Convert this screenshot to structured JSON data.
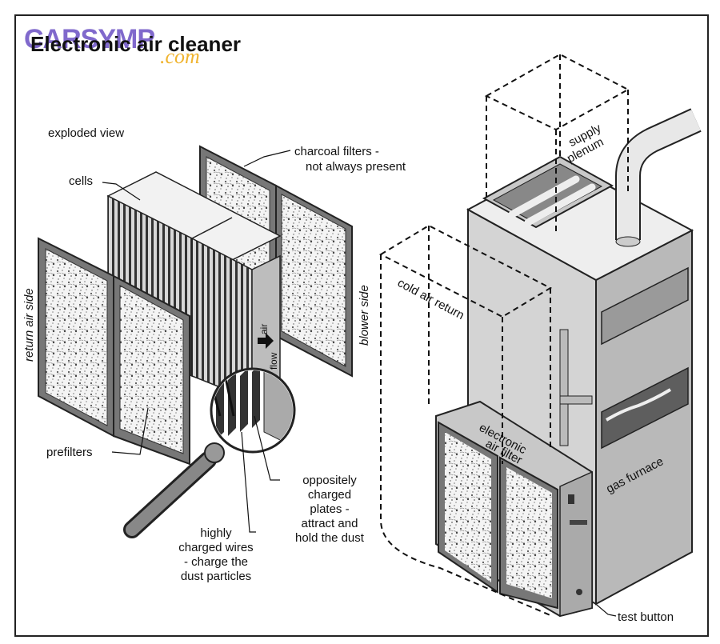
{
  "title": "Electronic air cleaner",
  "watermark": {
    "brand": "CARSYMP",
    "suffix": ".com",
    "brand_color": "#6a4fc4",
    "suffix_color": "#f0b430"
  },
  "labels": {
    "exploded_view": "exploded view",
    "cells": "cells",
    "charcoal_1": "charcoal filters -",
    "charcoal_2": "not always present",
    "return_air_side": "return air side",
    "blower_side": "blower side",
    "air": "air",
    "flow": "flow",
    "prefilters": "prefilters",
    "opp_1": "oppositely",
    "opp_2": "charged",
    "opp_3": "plates -",
    "opp_4": "attract and",
    "opp_5": "hold the dust",
    "wires_1": "highly",
    "wires_2": "charged wires",
    "wires_3": "- charge the",
    "wires_4": "dust particles",
    "supply_1": "supply",
    "supply_2": "plenum",
    "cold_air_return": "cold air return",
    "eaf_1": "electronic",
    "eaf_2": "air filter",
    "gas_furnace": "gas furnace",
    "test_button": "test button"
  }
}
